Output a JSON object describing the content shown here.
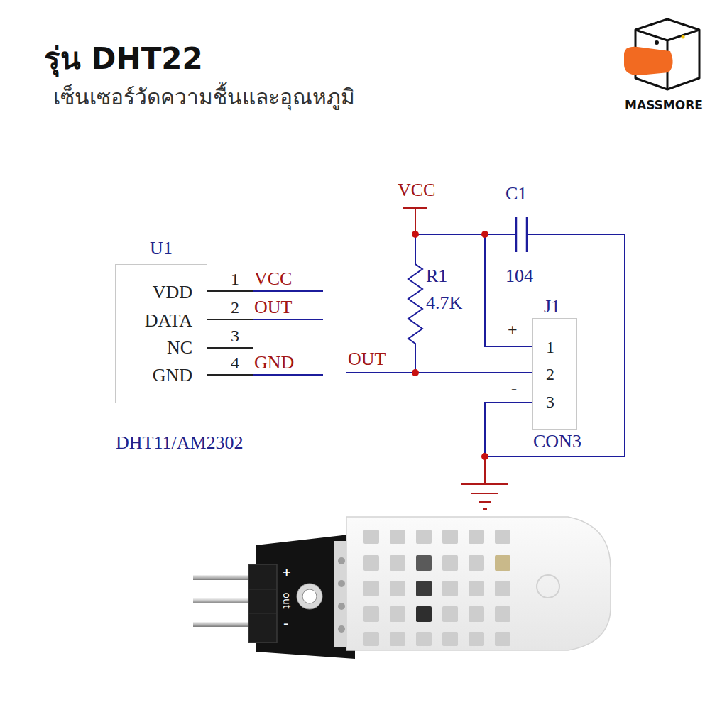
{
  "diagram": {
    "title": "รุ่น DHT22",
    "nodes": [
      {
        "text": [
          "U1",
          "VDD",
          "DATA",
          "NC",
          "GND",
          "DHT11/AM2302"
        ]
      },
      {
        "text": [
          "J1",
          "1",
          "2",
          "3",
          "CON3"
        ]
      }
    ],
    "labels": [
      "เซ็นเซอร์วัดความชื้นและอุณหภูมิ",
      "MASSMORE",
      "1",
      "VCC",
      "2",
      "OUT",
      "3",
      "4",
      "GND",
      "VCC",
      "C1",
      "104",
      "R1",
      "4.7K",
      "OUT",
      "+",
      "-",
      "+",
      "out",
      "-"
    ]
  }
}
